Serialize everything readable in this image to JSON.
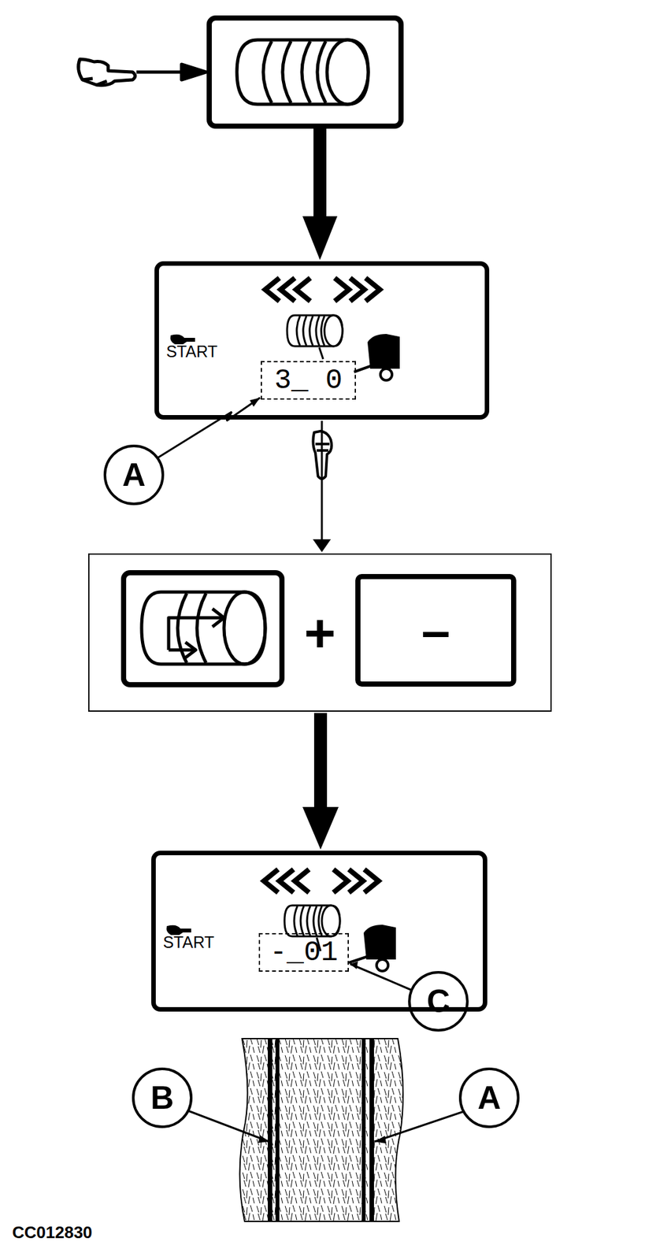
{
  "diagram": {
    "nodes": [
      {
        "text": [
          "START",
          "3_ 0"
        ]
      },
      {
        "text": [
          "+"
        ]
      },
      {
        "text": [
          "–"
        ],
        "in": 1
      },
      {
        "text": [
          "START",
          "-_01"
        ]
      }
    ],
    "edges": [
      {
        "from": 0,
        "to": 1,
        "arrow": "to"
      },
      {
        "from": 1,
        "to": 3,
        "arrow": "to"
      }
    ],
    "labels": [
      "A",
      "C",
      "B",
      "A",
      "CC012830"
    ]
  }
}
